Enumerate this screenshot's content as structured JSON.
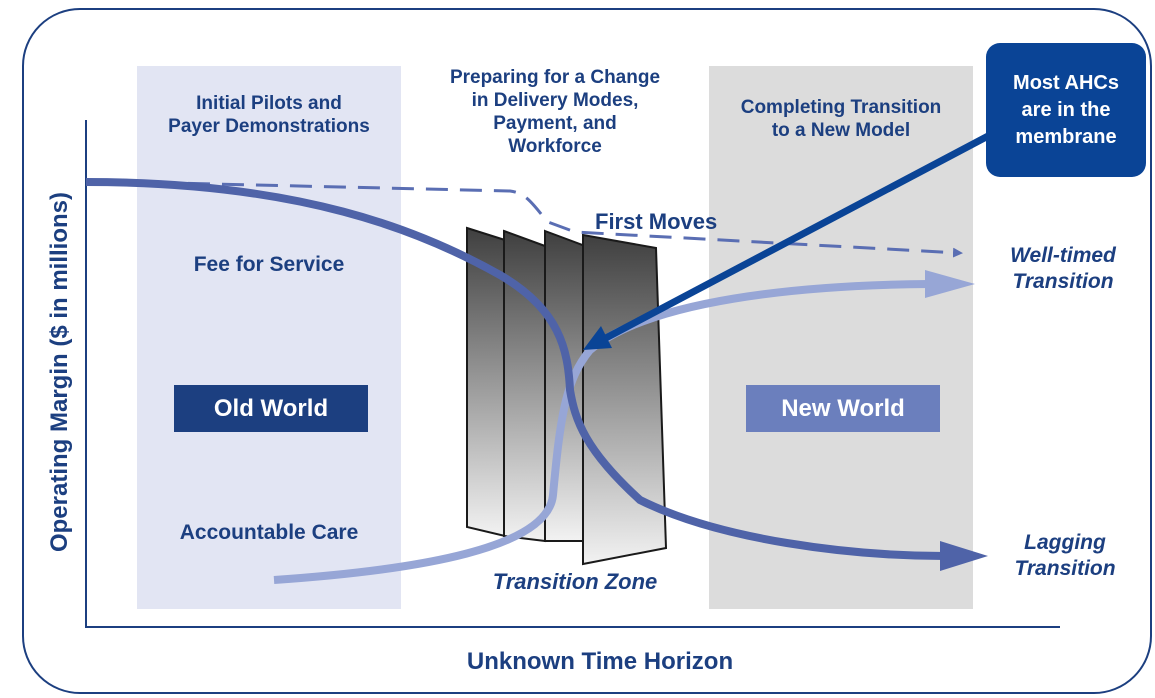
{
  "header": {
    "left": [
      "Initial Pilots and",
      "Payer Demonstrations"
    ],
    "middle": [
      "Preparing for a Change",
      "in Delivery Modes,",
      "Payment, and",
      "Workforce"
    ],
    "right": [
      "Completing Transition",
      "to a New Model"
    ]
  },
  "callout": [
    "Most AHCs",
    "are in the",
    "membrane"
  ],
  "labels": {
    "fee_for_service": "Fee for Service",
    "accountable_care": "Accountable Care",
    "old_world": "Old World",
    "new_world": "New World",
    "first_moves": "First Moves",
    "transition_zone": "Transition Zone",
    "well_timed": [
      "Well-timed",
      "Transition"
    ],
    "lagging": [
      "Lagging",
      "Transition"
    ]
  },
  "axes": {
    "y_label": "Operating Margin ($ in millions)",
    "x_label": "Unknown Time Horizon"
  },
  "colors": {
    "navy": "#1c3f80",
    "callout_blue": "#0a4496",
    "curve_dark": "#4f63a8",
    "curve_light": "#97a6d6",
    "dash": "#5a6eb3",
    "old_band": "#e2e5f3",
    "new_band": "#dcdcdc"
  }
}
